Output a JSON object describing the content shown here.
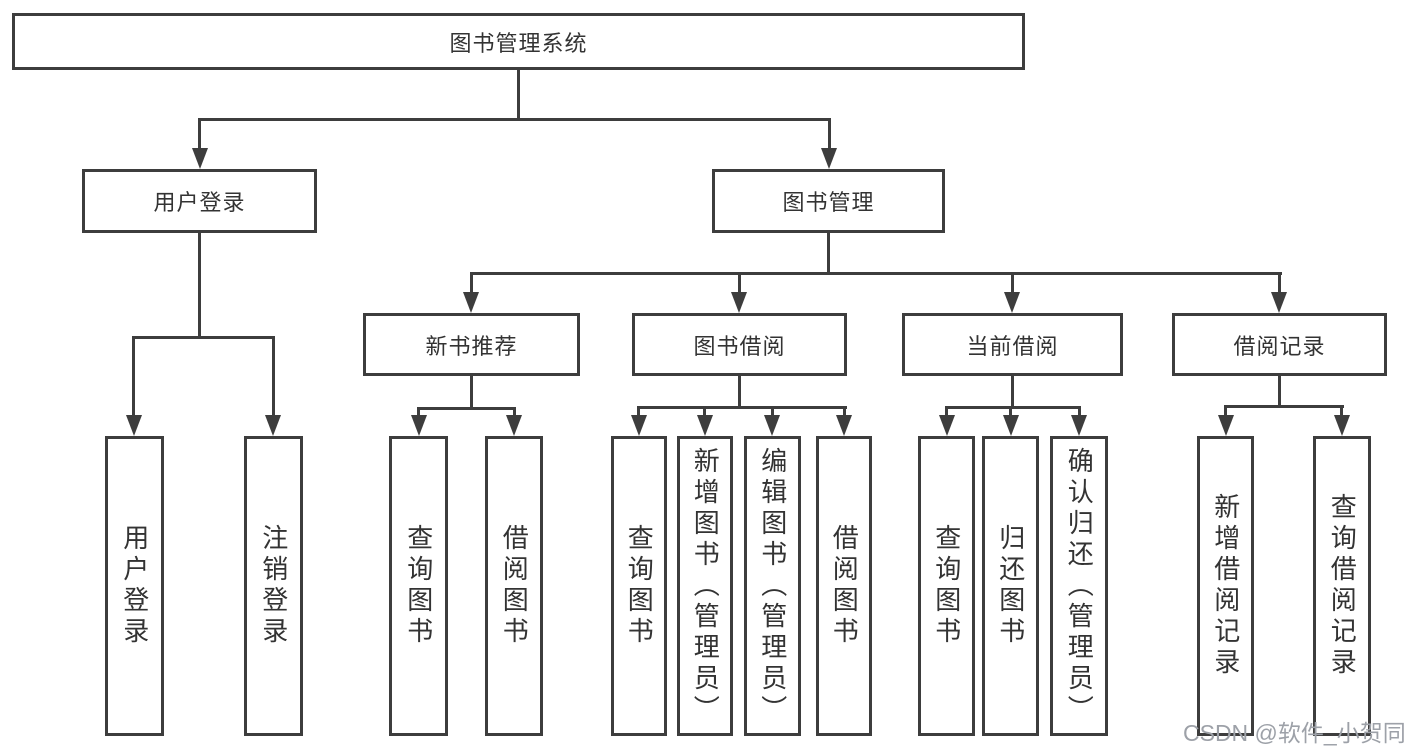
{
  "nodes": {
    "root": "图书管理系统",
    "user_login": "用户登录",
    "book_mgmt": "图书管理",
    "new_book": "新书推荐",
    "book_borrow": "图书借阅",
    "current_borrow": "当前借阅",
    "borrow_record": "借阅记录"
  },
  "leaves": {
    "user_login": [
      "用户登录",
      "注销登录"
    ],
    "new_book": [
      "查询图书",
      "借阅图书"
    ],
    "book_borrow": [
      "查询图书",
      "新增图书（管理员）",
      "编辑图书（管理员）",
      "借阅图书"
    ],
    "current_borrow": [
      "查询图书",
      "归还图书",
      "确认归还（管理员）"
    ],
    "borrow_record": [
      "新增借阅记录",
      "查询借阅记录"
    ]
  },
  "colors": {
    "line": "#3d3d3d",
    "text": "#333333",
    "watermark": "#9da1a8"
  },
  "watermark": "CSDN @软件_小贺同学"
}
